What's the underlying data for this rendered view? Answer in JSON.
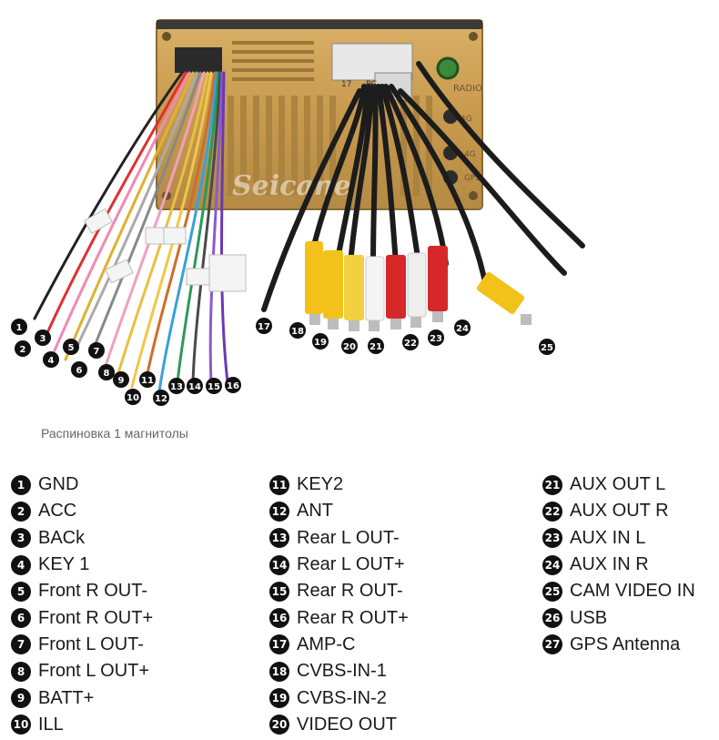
{
  "photo": {
    "brand_watermark": "Seicane",
    "connector_labels": {
      "radio": "RADIO",
      "ant_4g_a": "4G",
      "ant_4g_b": "4G",
      "gps": "GPS",
      "port_a": "17",
      "port_b": "RC"
    },
    "callout_numbers": [
      "1",
      "2",
      "3",
      "4",
      "5",
      "6",
      "7",
      "8",
      "9",
      "10",
      "11",
      "12",
      "13",
      "14",
      "15",
      "16",
      "17",
      "18",
      "19",
      "20",
      "21",
      "22",
      "23",
      "24",
      "25"
    ]
  },
  "caption": "Распиновка 1 магнитолы",
  "legend": {
    "col1": [
      {
        "num": "1",
        "label": "GND"
      },
      {
        "num": "2",
        "label": "ACC"
      },
      {
        "num": "3",
        "label": "BACk"
      },
      {
        "num": "4",
        "label": "KEY 1"
      },
      {
        "num": "5",
        "label": "Front R OUT-"
      },
      {
        "num": "6",
        "label": "Front R OUT+"
      },
      {
        "num": "7",
        "label": "Front L OUT-"
      },
      {
        "num": "8",
        "label": "Front L OUT+"
      },
      {
        "num": "9",
        "label": "BATT+"
      },
      {
        "num": "10",
        "label": "ILL"
      }
    ],
    "col2": [
      {
        "num": "11",
        "label": "KEY2"
      },
      {
        "num": "12",
        "label": "ANT"
      },
      {
        "num": "13",
        "label": "Rear L OUT-"
      },
      {
        "num": "14",
        "label": "Rear L OUT+"
      },
      {
        "num": "15",
        "label": "Rear R OUT-"
      },
      {
        "num": "16",
        "label": "Rear R OUT+"
      },
      {
        "num": "17",
        "label": "AMP-C"
      },
      {
        "num": "18",
        "label": "CVBS-IN-1"
      },
      {
        "num": "19",
        "label": "CVBS-IN-2"
      },
      {
        "num": "20",
        "label": "VIDEO OUT"
      }
    ],
    "col3": [
      {
        "num": "21",
        "label": "AUX OUT L"
      },
      {
        "num": "22",
        "label": "AUX OUT R"
      },
      {
        "num": "23",
        "label": "AUX IN L"
      },
      {
        "num": "24",
        "label": "AUX IN R"
      },
      {
        "num": "25",
        "label": "CAM VIDEO IN"
      },
      {
        "num": "26",
        "label": "USB"
      },
      {
        "num": "27",
        "label": "GPS Antenna"
      }
    ]
  }
}
